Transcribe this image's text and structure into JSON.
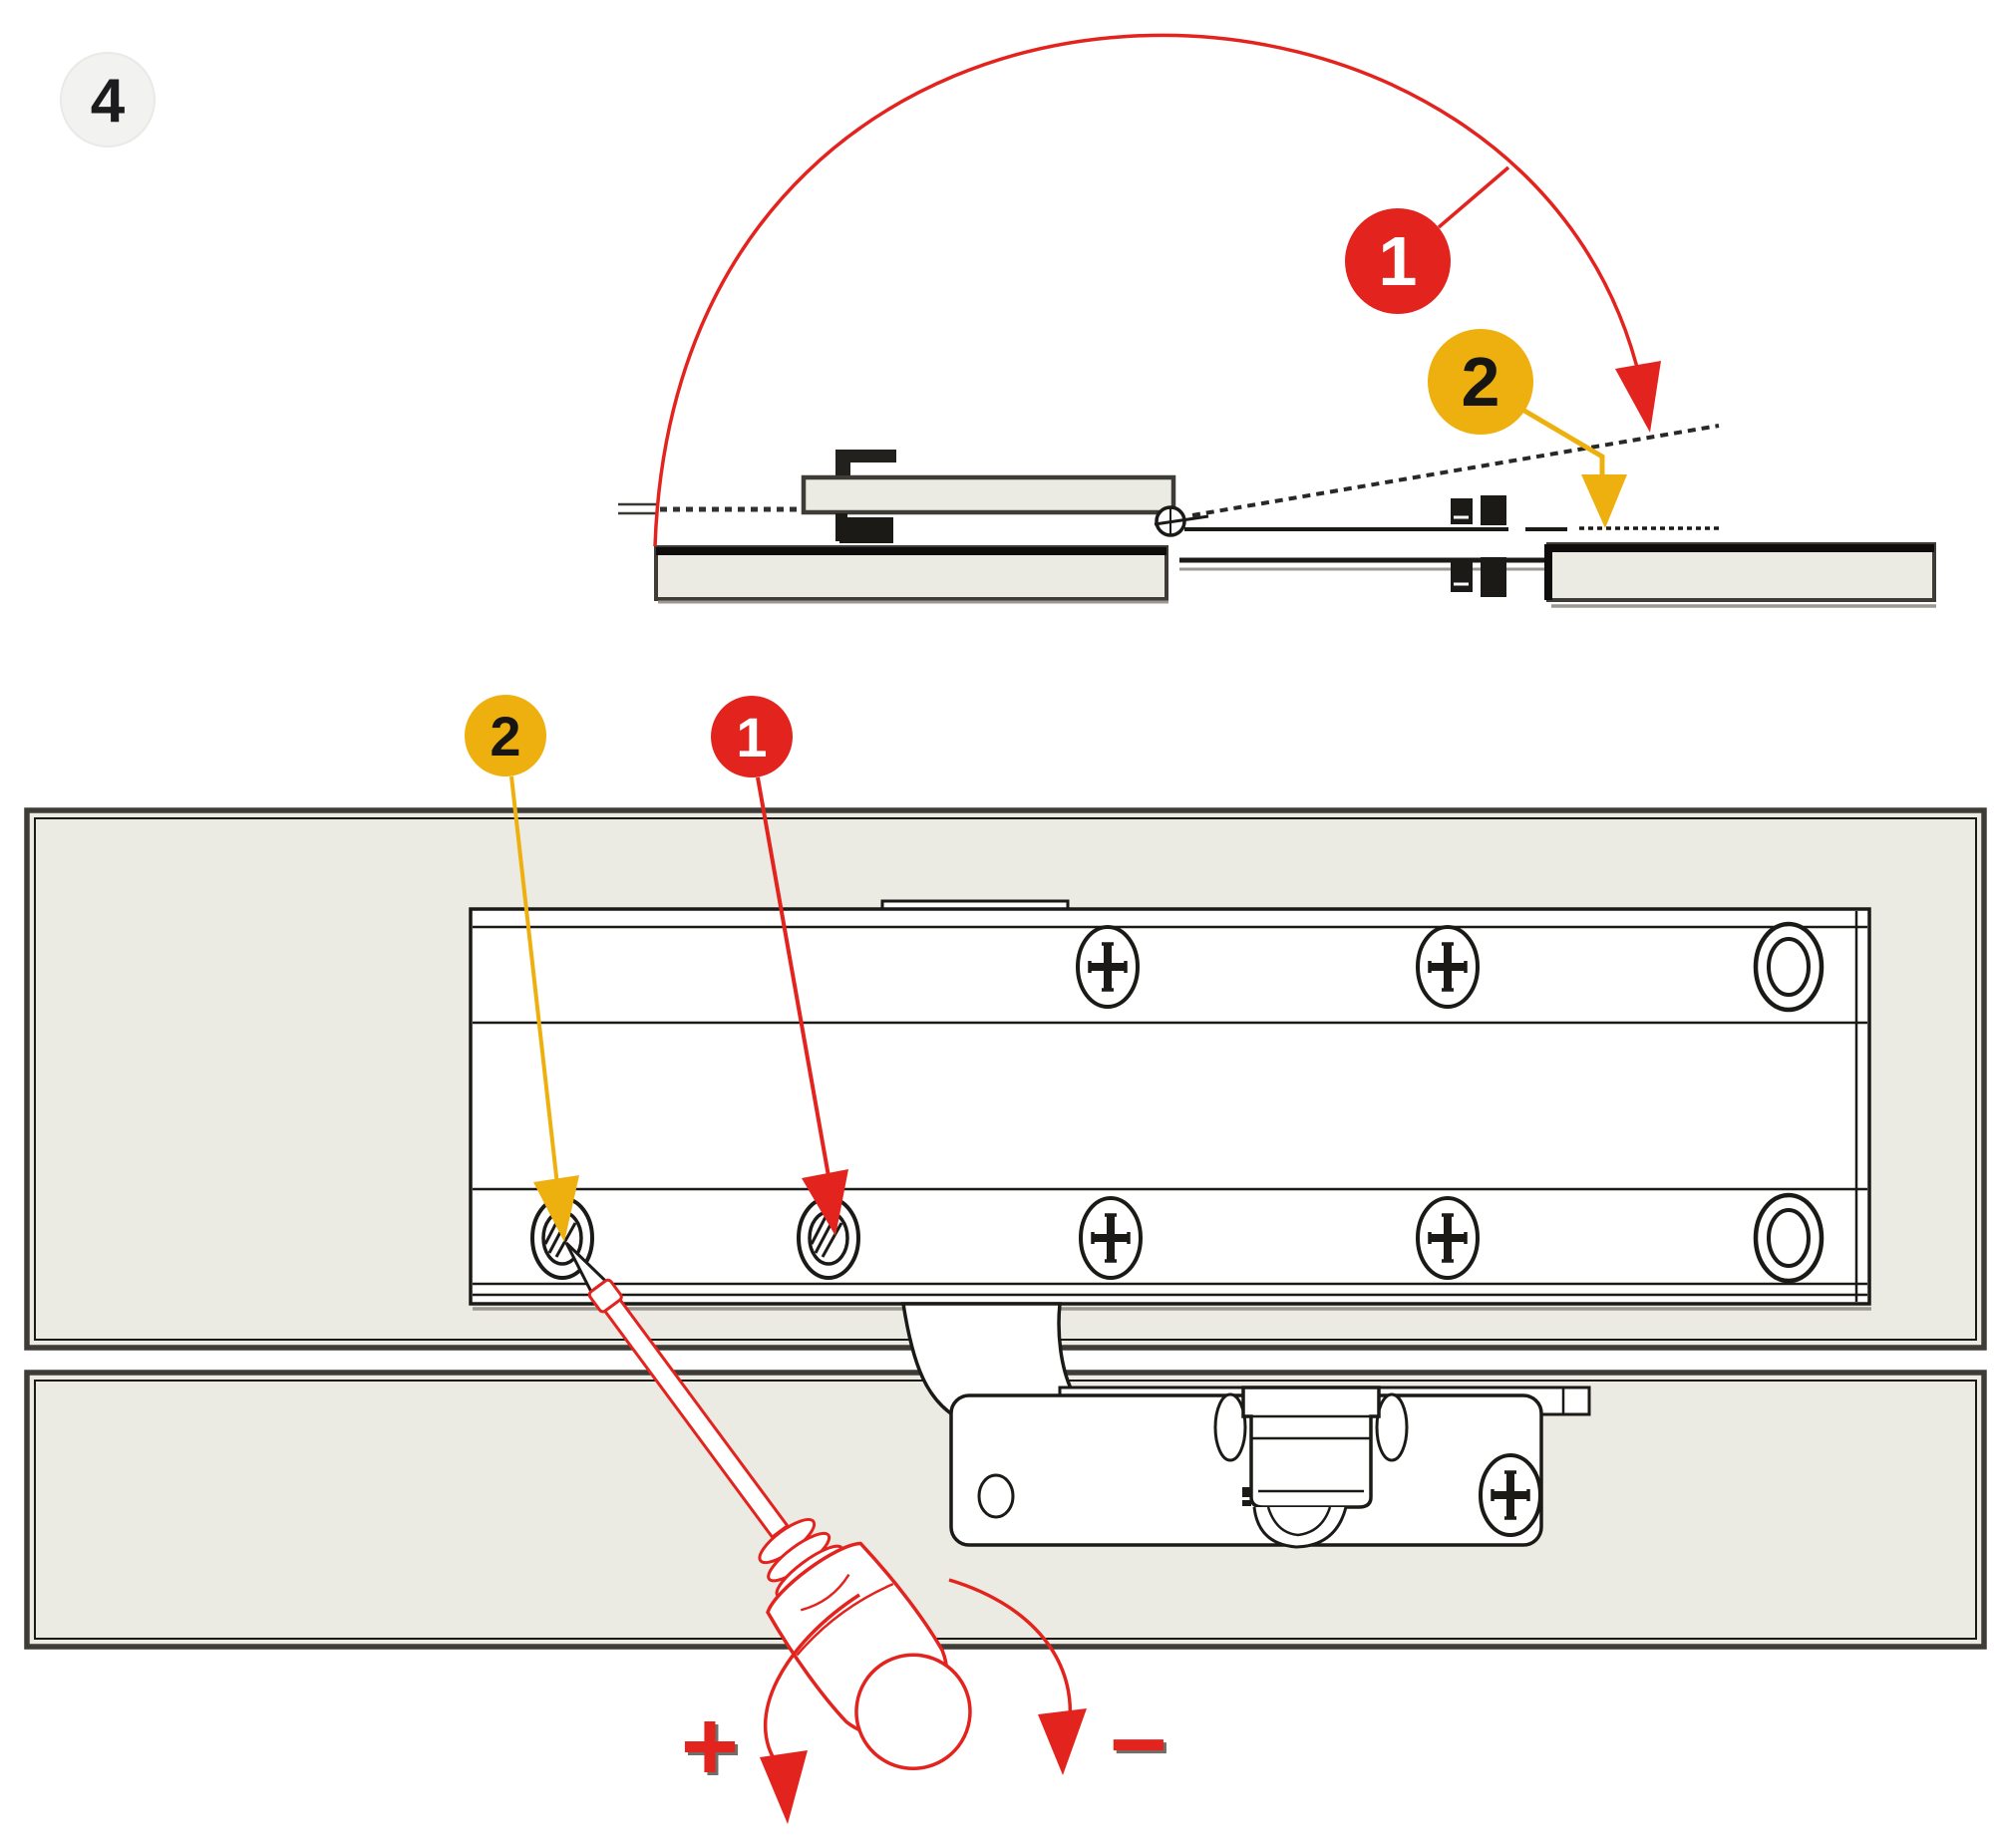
{
  "step": {
    "number": "4"
  },
  "colors": {
    "red": "#E3231E",
    "yellow": "#EEB00E",
    "panel": "#ECEBE3",
    "panel_border": "#3F3C37",
    "ink": "#1B1A17",
    "gray_shadow": "#9B9892",
    "step_bg": "#F2F2F0",
    "plus_shadow": "#716E69"
  },
  "top_diagram": {
    "callout_red": {
      "label": "1"
    },
    "callout_yellow": {
      "label": "2"
    }
  },
  "bottom_diagram": {
    "callout_red": {
      "label": "1"
    },
    "callout_yellow": {
      "label": "2"
    },
    "increase_label": "+",
    "decrease_label": "−"
  }
}
